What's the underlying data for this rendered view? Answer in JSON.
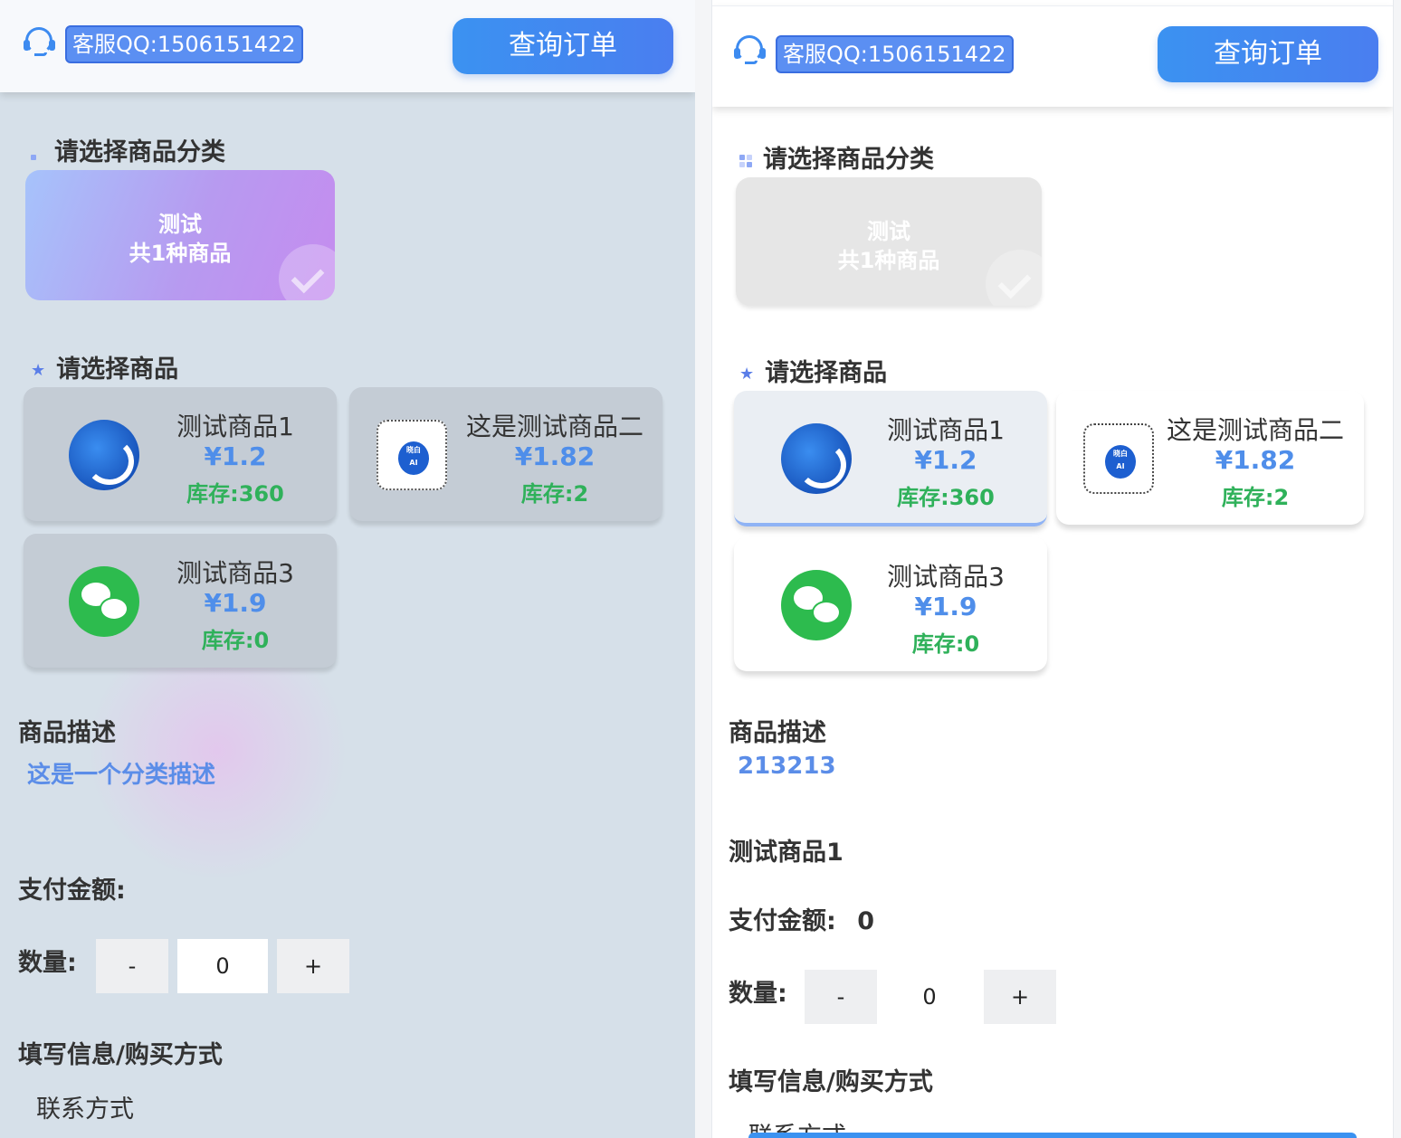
{
  "colors": {
    "accent": "#3b92f1",
    "price": "#4f8eea",
    "stock": "#2fb15a",
    "badge": "#5b8ff2"
  },
  "left": {
    "header": {
      "qq_label": "客服QQ:1506151422",
      "order_button": "查询订单"
    },
    "category_section_title": "请选择商品分类",
    "category": {
      "name": "测试",
      "count_text": "共1种商品"
    },
    "goods_section_title": "请选择商品",
    "goods": [
      {
        "name": "测试商品1",
        "price": "¥1.2",
        "stock": "库存:360",
        "icon": "dragon-logo-icon"
      },
      {
        "name": "这是测试商品二",
        "price": "¥1.82",
        "stock": "库存:2",
        "icon": "qr-code-icon"
      },
      {
        "name": "测试商品3",
        "price": "¥1.9",
        "stock": "库存:0",
        "icon": "wechat-icon"
      }
    ],
    "description_title": "商品描述",
    "description_text": "这是一个分类描述",
    "pay_label": "支付金额:",
    "qty_label": "数量:",
    "qty_minus": "-",
    "qty_value": "0",
    "qty_plus": "+",
    "fill_info_title": "填写信息/购买方式",
    "contact_label": "联系方式"
  },
  "right": {
    "header": {
      "qq_label": "客服QQ:1506151422",
      "order_button": "查询订单"
    },
    "category_section_title": "请选择商品分类",
    "category": {
      "name": "测试",
      "count_text": "共1种商品"
    },
    "goods_section_title": "请选择商品",
    "goods": [
      {
        "name": "测试商品1",
        "price": "¥1.2",
        "stock": "库存:360",
        "icon": "dragon-logo-icon",
        "selected": true
      },
      {
        "name": "这是测试商品二",
        "price": "¥1.82",
        "stock": "库存:2",
        "icon": "qr-code-icon"
      },
      {
        "name": "测试商品3",
        "price": "¥1.9",
        "stock": "库存:0",
        "icon": "wechat-icon"
      }
    ],
    "description_title": "商品描述",
    "description_text": "213213",
    "selected_goods_name": "测试商品1",
    "pay_label": "支付金额:",
    "pay_value": "0",
    "qty_label": "数量:",
    "qty_minus": "-",
    "qty_value": "0",
    "qty_plus": "+",
    "fill_info_title": "填写信息/购买方式",
    "contact_label": "联系方式"
  }
}
